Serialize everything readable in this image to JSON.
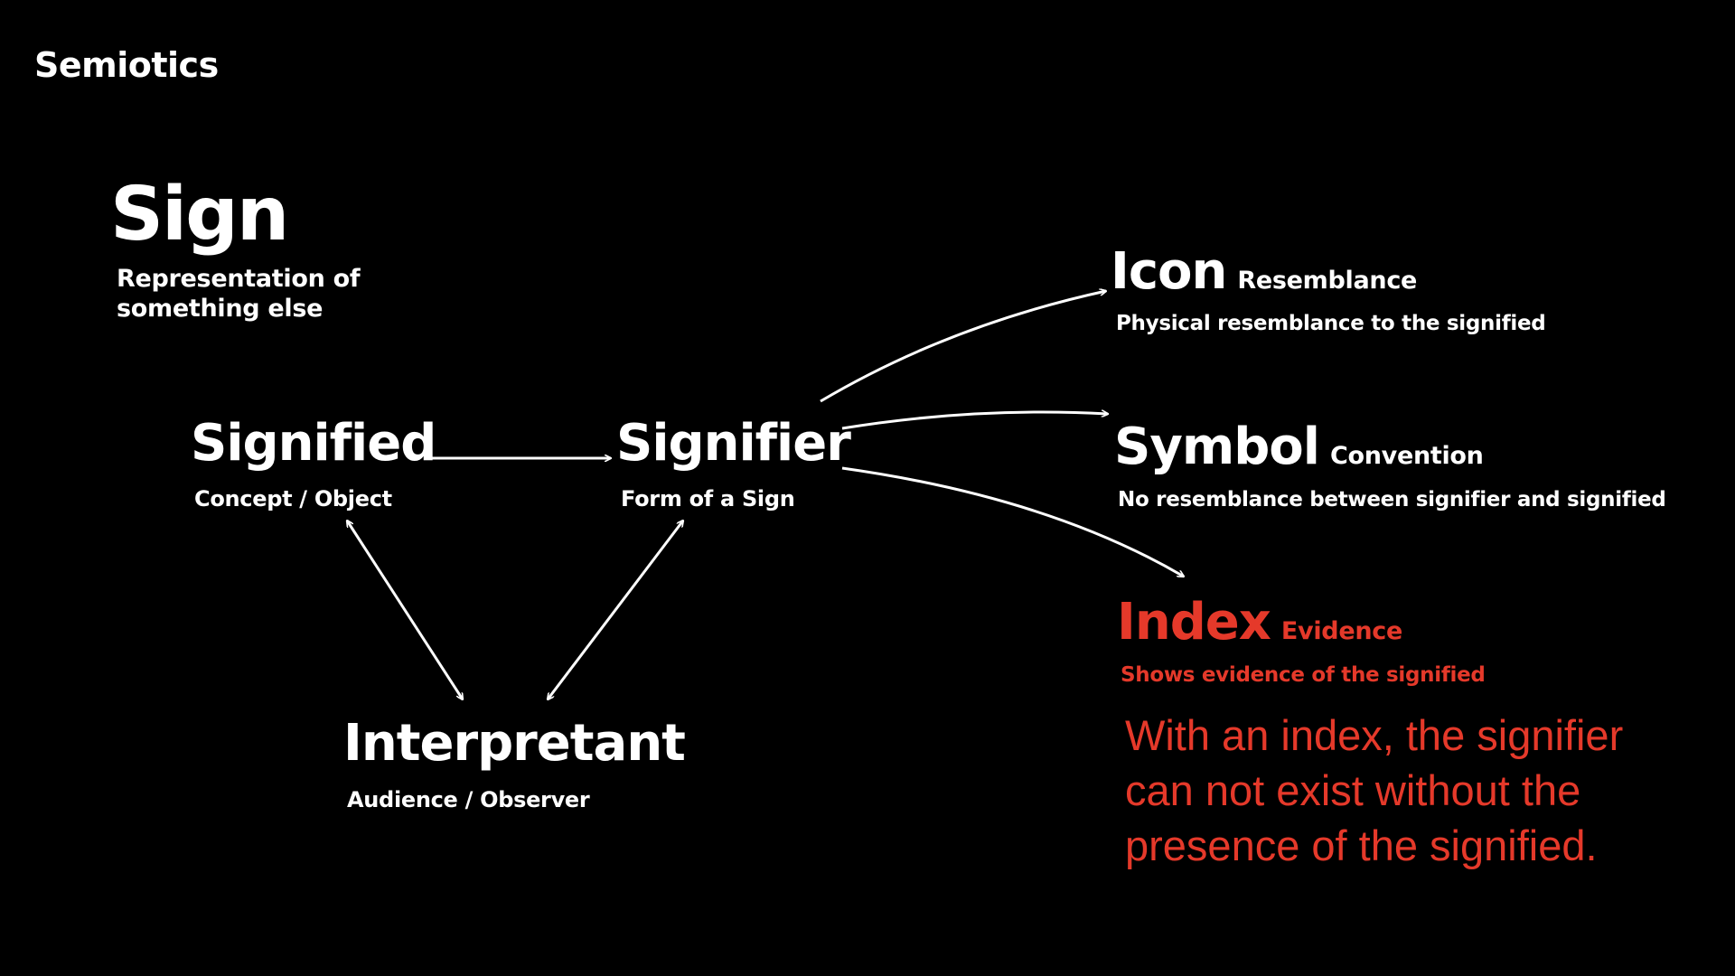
{
  "slide_title": "Semiotics",
  "sign": {
    "heading": "Sign",
    "description": "Representation of something else"
  },
  "nodes": {
    "signified": {
      "title": "Signified",
      "subtitle": "Concept / Object"
    },
    "signifier": {
      "title": "Signifier",
      "subtitle": "Form of a Sign"
    },
    "interpretant": {
      "title": "Interpretant",
      "subtitle": "Audience / Observer"
    }
  },
  "types": {
    "icon": {
      "title": "Icon",
      "tag": "Resemblance",
      "description": "Physical resemblance to the signified"
    },
    "symbol": {
      "title": "Symbol",
      "tag": "Convention",
      "description": "No resemblance between signifier and signified"
    },
    "index": {
      "title": "Index",
      "tag": "Evidence",
      "description": "Shows evidence of the signified"
    }
  },
  "index_note": "With an index, the signifier can not exist without the presence of the signified.",
  "colors": {
    "background": "#000000",
    "text": "#ffffff",
    "accent": "#e5392a"
  }
}
